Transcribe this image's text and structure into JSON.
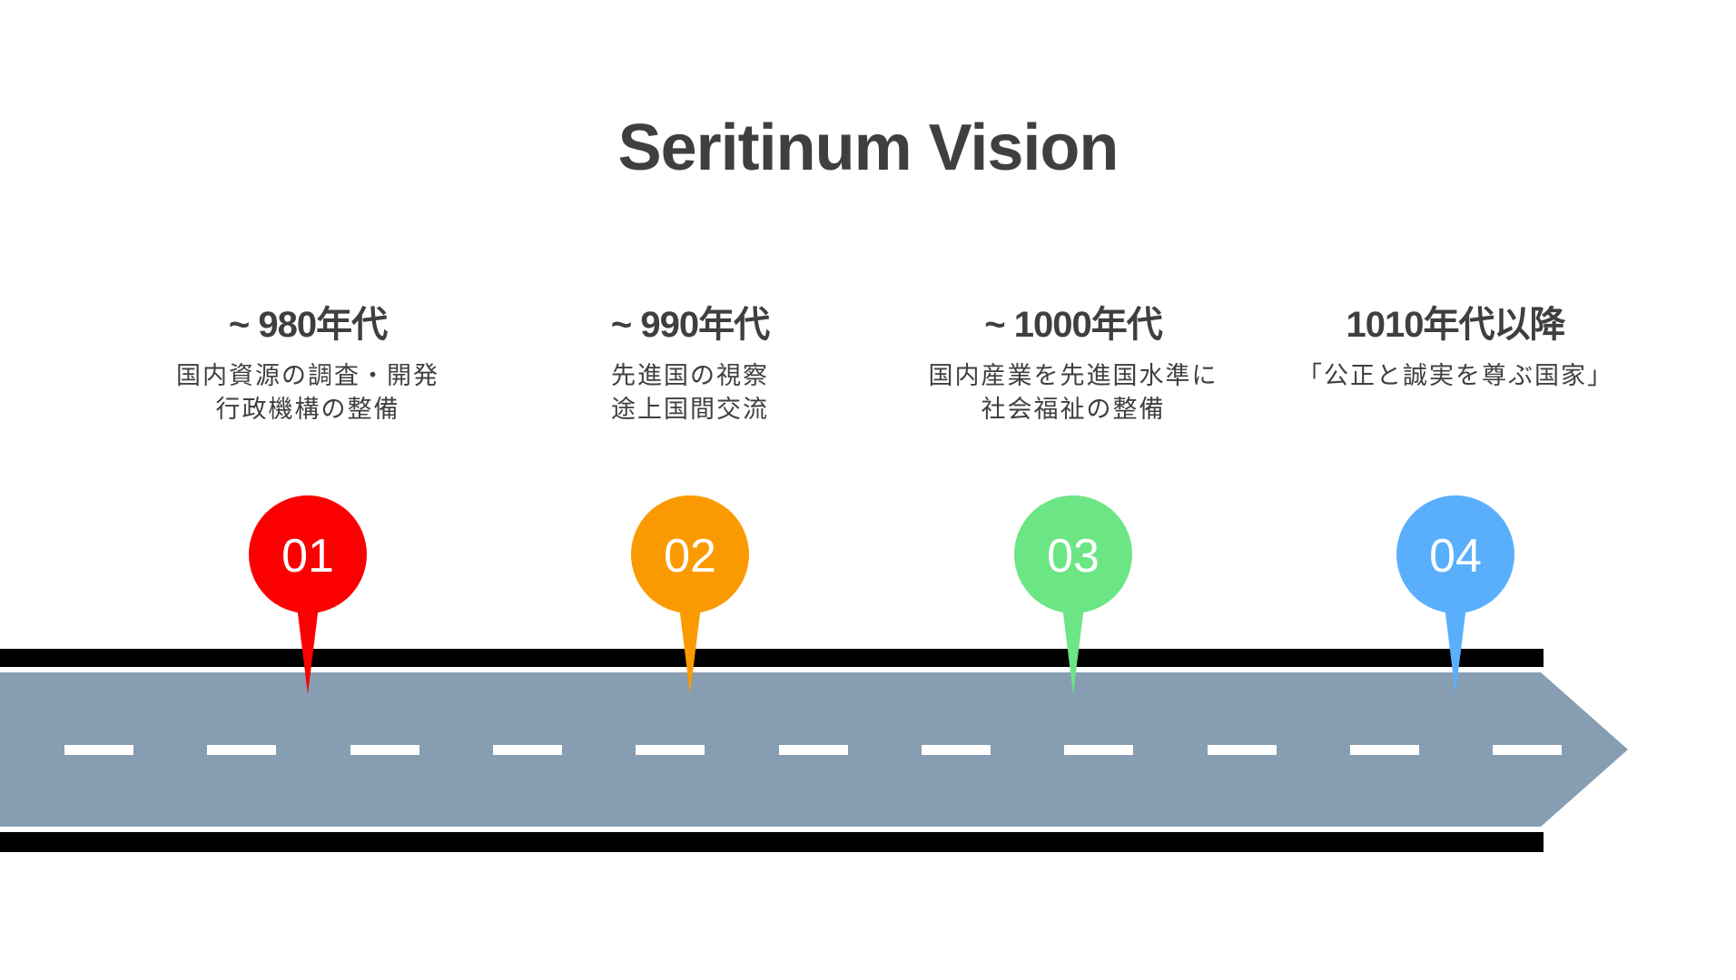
{
  "title": "Seritinum Vision",
  "milestones": [
    {
      "number": "01",
      "period": "~ 980年代",
      "lines": [
        "国内資源の調査・開発",
        "行政機構の整備"
      ],
      "color": "#fb0000"
    },
    {
      "number": "02",
      "period": "~ 990年代",
      "lines": [
        "先進国の視察",
        "途上国間交流"
      ],
      "color": "#fb9a00"
    },
    {
      "number": "03",
      "period": "~ 1000年代",
      "lines": [
        "国内産業を先進国水準に",
        "社会福祉の整備"
      ],
      "color": "#6ce584"
    },
    {
      "number": "04",
      "period": "1010年代以降",
      "lines": [
        "「公正と誠実を尊ぶ国家」",
        ""
      ],
      "color": "#5aaffc"
    }
  ],
  "colors": {
    "road": "#879eb2",
    "road_edge": "#000000",
    "dash": "#ffffff",
    "text": "#3f3f3f"
  }
}
